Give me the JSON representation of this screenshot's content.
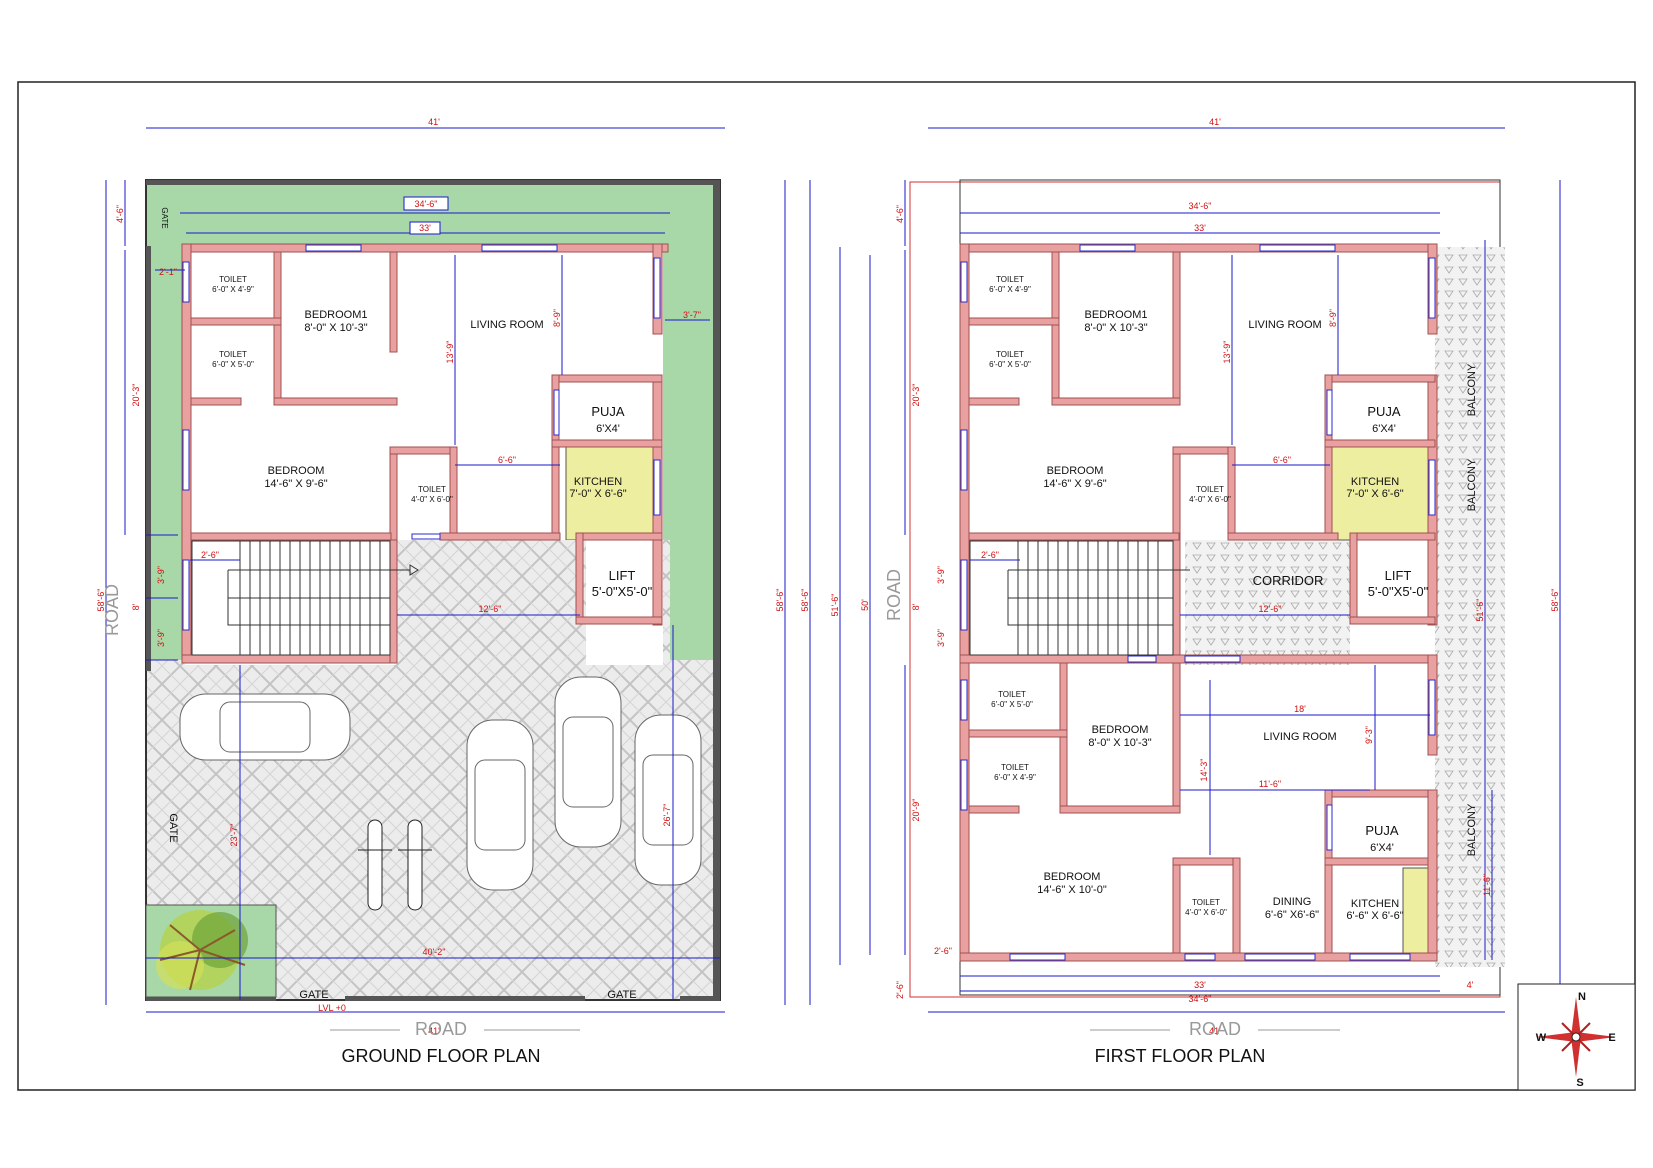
{
  "titles": {
    "ground": "GROUND FLOOR PLAN",
    "first": "FIRST FLOOR PLAN"
  },
  "ground": {
    "road_bottom": "ROAD",
    "road_left": "ROAD",
    "gate_top": "GATE",
    "gate_left": "GATE",
    "gate_bottom_1": "GATE",
    "gate_bottom_2": "GATE",
    "level": "LVL +0",
    "rooms": {
      "toilet1": {
        "name": "TOILET",
        "size": "6'-0\" X 4'-9\""
      },
      "toilet2": {
        "name": "TOILET",
        "size": "6'-0\" X 5'-0\""
      },
      "bedroom1": {
        "name": "BEDROOM1",
        "size": "8'-0\" X 10'-3\""
      },
      "living": {
        "name": "LIVING ROOM"
      },
      "bedroom": {
        "name": "BEDROOM",
        "size": "14'-6\" X 9'-6\""
      },
      "toilet3": {
        "name": "TOILET",
        "size": "4'-0\" X 6'-0\""
      },
      "puja": {
        "name": "PUJA",
        "size": "6'X4'"
      },
      "kitchen": {
        "name": "KITCHEN",
        "size": "7'-0\" X 6'-6\""
      },
      "lift": {
        "name": "LIFT",
        "size": "5'-0\"X5'-0\""
      }
    },
    "dims": {
      "w41": "41'",
      "w34_6": "34'-6\"",
      "w33": "33'",
      "h58_6": "58'-6\"",
      "h58_6_r": "58'-6\"",
      "h4_6": "4'-6\"",
      "h20_3": "20'-3\"",
      "d2_1": "2'-1\"",
      "d3_7": "3'-7\"",
      "d13_9": "13'-9\"",
      "d8_9": "8'-9\"",
      "d6_6": "6'-6\"",
      "d2_6": "2'-6\"",
      "d3_9a": "3'-9\"",
      "d8": "8'",
      "d3_9b": "3'-9\"",
      "d12_6": "12'-6\"",
      "d23_7": "23'-7\"",
      "d26_7": "26'-7\"",
      "d40_2": "40'-2\"",
      "d41b": "41'"
    }
  },
  "first": {
    "road_bottom": "ROAD",
    "road_left": "ROAD",
    "rooms": {
      "toilet1": {
        "name": "TOILET",
        "size": "6'-0\" X 4'-9\""
      },
      "toilet2": {
        "name": "TOILET",
        "size": "6'-0\" X 5'-0\""
      },
      "bedroom1": {
        "name": "BEDROOM1",
        "size": "8'-0\" X 10'-3\""
      },
      "living": {
        "name": "LIVING ROOM"
      },
      "bedroom": {
        "name": "BEDROOM",
        "size": "14'-6\" X 9'-6\""
      },
      "toilet3": {
        "name": "TOILET",
        "size": "4'-0\" X 6'-0\""
      },
      "puja": {
        "name": "PUJA",
        "size": "6'X4'"
      },
      "kitchen": {
        "name": "KITCHEN",
        "size": "7'-0\" X 6'-6\""
      },
      "corridor": {
        "name": "CORRIDOR"
      },
      "lift": {
        "name": "LIFT",
        "size": "5'-0\"X5'-0\""
      },
      "balcony1": {
        "name": "BALCONY"
      },
      "balcony2": {
        "name": "BALCONY"
      },
      "balcony3": {
        "name": "BALCONY"
      },
      "toilet4": {
        "name": "TOILET",
        "size": "6'-0\" X 5'-0\""
      },
      "bedroom2": {
        "name": "BEDROOM",
        "size": "8'-0\" X 10'-3\""
      },
      "living2": {
        "name": "LIVING ROOM"
      },
      "toilet5": {
        "name": "TOILET",
        "size": "6'-0\" X 4'-9\""
      },
      "bedroom3": {
        "name": "BEDROOM",
        "size": "14'-6\" X 10'-0\""
      },
      "toilet6": {
        "name": "TOILET",
        "size": "4'-0\" X 6'-0\""
      },
      "dining": {
        "name": "DINING",
        "size": "6'-6\" X6'-6\""
      },
      "puja2": {
        "name": "PUJA",
        "size": "6'X4'"
      },
      "kitchen2": {
        "name": "KITCHEN",
        "size": "6'-6\" X 6'-6\""
      }
    },
    "dims": {
      "w41": "41'",
      "w34_6": "34'-6\"",
      "w33": "33'",
      "h58_6": "58'-6\"",
      "h58_6_r": "58'-6\"",
      "h51_6": "51'-6\"",
      "h50": "50'",
      "h4_6": "4'-6\"",
      "h20_3": "20'-3\"",
      "d13_9": "13'-9\"",
      "d8_9": "8'-9\"",
      "d6_6": "6'-6\"",
      "d2_6": "2'-6\"",
      "d3_9a": "3'-9\"",
      "d8": "8'",
      "d3_9b": "3'-9\"",
      "d12_6": "12'-6\"",
      "d18": "18'",
      "d9_3": "9'-3\"",
      "d14_3": "14'-3\"",
      "d11_6": "11'-6\"",
      "h20_9": "20'-9\"",
      "d11_6v": "11'-6\"",
      "d51_6r": "51'-6\"",
      "d2_6b": "2'-6\"",
      "d2_6c": "2'-6\"",
      "w33b": "33'",
      "w34_6b": "34'-6\"",
      "d4": "4'",
      "d41b": "41'"
    }
  },
  "compass": {
    "n": "N",
    "e": "E",
    "s": "S",
    "w": "W"
  },
  "colors": {
    "wall": "#e8a0a0",
    "lawn": "#a8d8a8",
    "kitchen": "#eeeea0",
    "dim": "#1a1acc",
    "dimtext": "#d01010"
  }
}
